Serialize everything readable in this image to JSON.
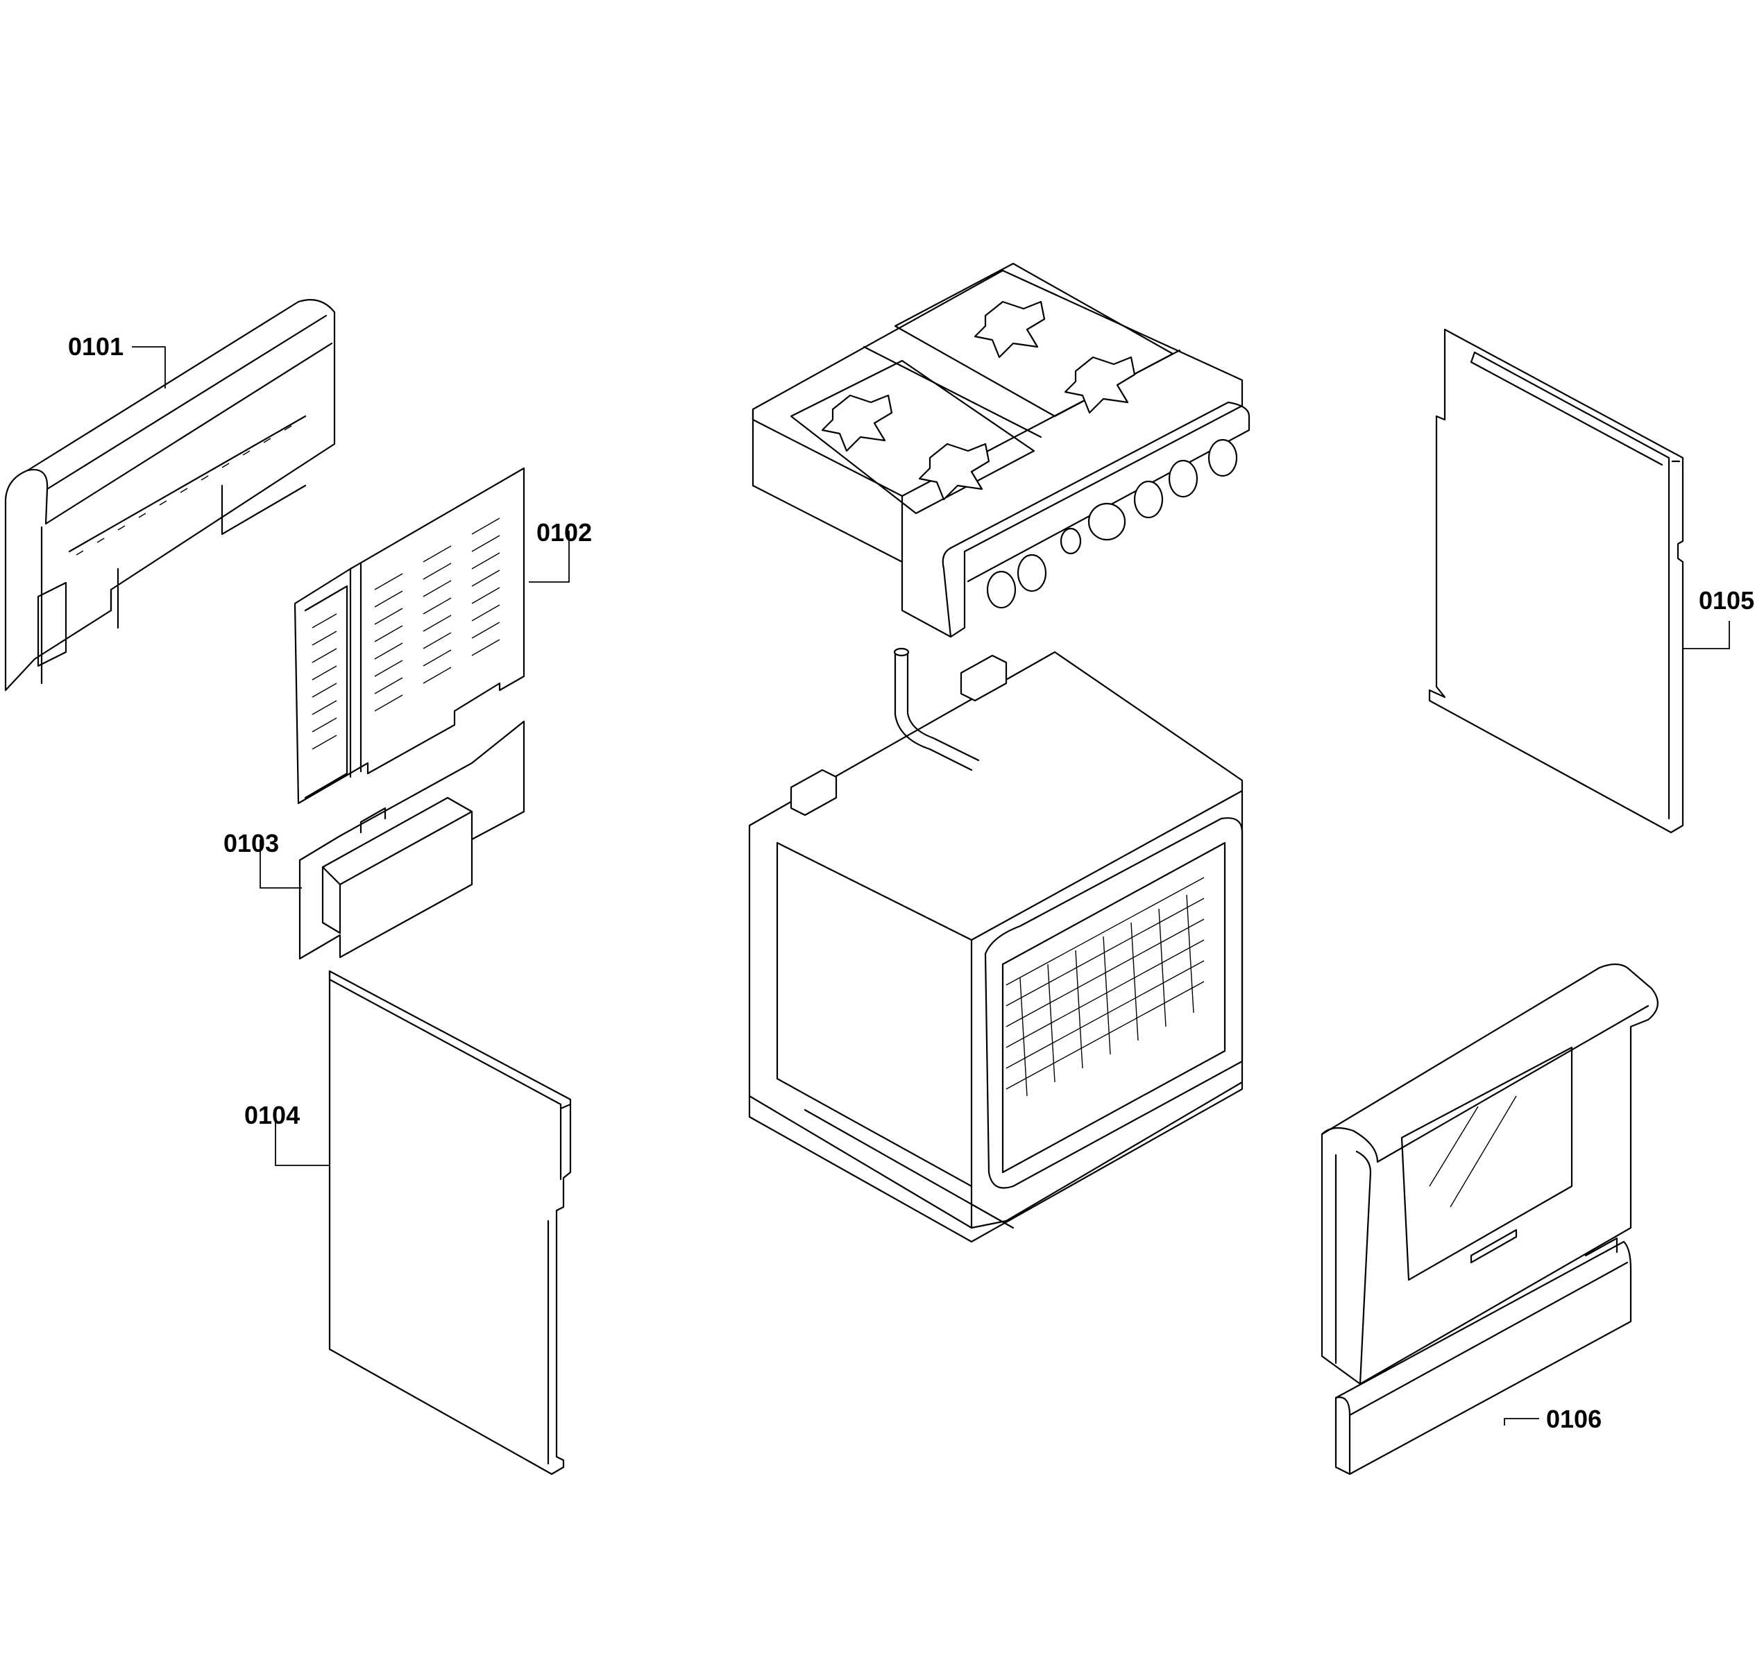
{
  "parts": [
    {
      "id": "0101"
    },
    {
      "id": "0102"
    },
    {
      "id": "0103"
    },
    {
      "id": "0104"
    },
    {
      "id": "0105"
    },
    {
      "id": "0106"
    }
  ]
}
